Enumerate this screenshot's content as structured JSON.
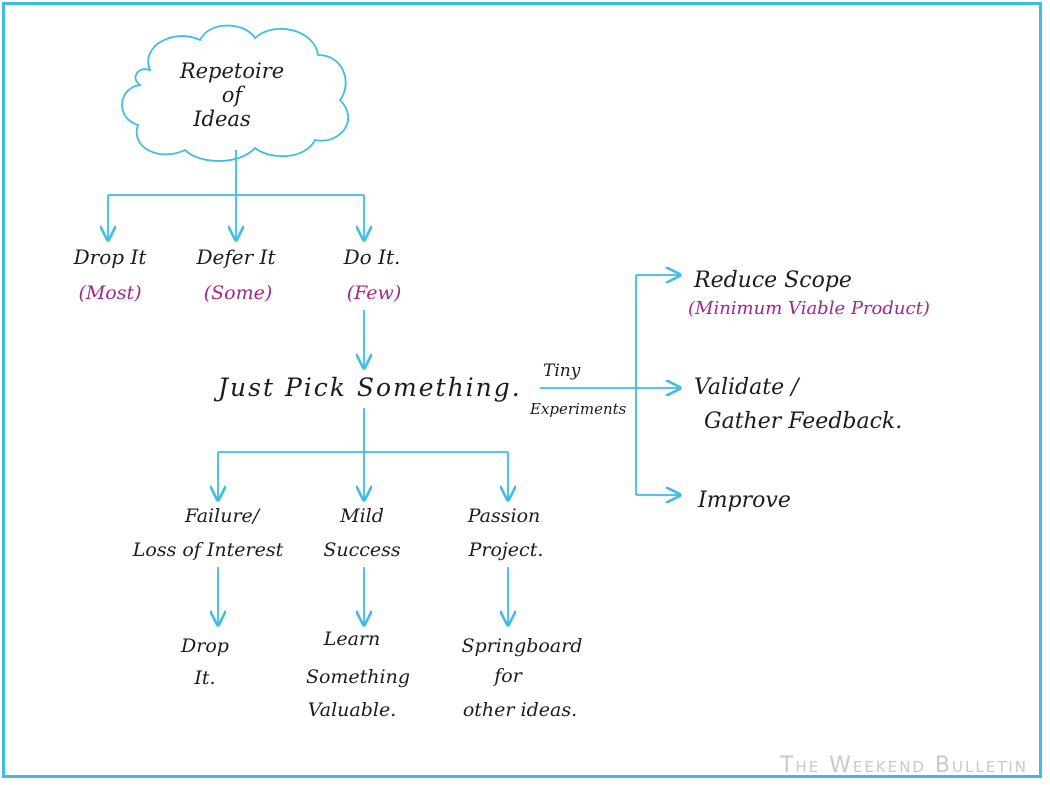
{
  "root": {
    "lines": [
      "Repetoire",
      "of",
      "Ideas"
    ]
  },
  "level1": [
    {
      "label": "Drop It",
      "note": "(Most)"
    },
    {
      "label": "Defer It",
      "note": "(Some)"
    },
    {
      "label": "Do It.",
      "note": "(Few)"
    }
  ],
  "center": {
    "label": "Just Pick Something."
  },
  "experiments": {
    "lines": [
      "Tiny",
      "Experiments"
    ]
  },
  "right_branches": [
    {
      "lines": [
        "Reduce Scope"
      ],
      "note": "(Minimum Viable Product)"
    },
    {
      "lines": [
        "Validate /",
        "Gather Feedback."
      ]
    },
    {
      "lines": [
        "Improve"
      ]
    }
  ],
  "outcomes": [
    {
      "lines": [
        "Failure/",
        "Loss of Interest"
      ]
    },
    {
      "lines": [
        "Mild",
        "Success"
      ]
    },
    {
      "lines": [
        "Passion",
        "Project."
      ]
    }
  ],
  "results": [
    {
      "lines": [
        "Drop",
        "It."
      ]
    },
    {
      "lines": [
        "Learn",
        "Something",
        "Valuable."
      ]
    },
    {
      "lines": [
        "Springboard",
        "for",
        "other ideas."
      ]
    }
  ],
  "watermark": "The Weekend Bulletin",
  "colors": {
    "line": "#3ebce6",
    "note": "#a0288c",
    "ink": "#1c1c1c"
  }
}
